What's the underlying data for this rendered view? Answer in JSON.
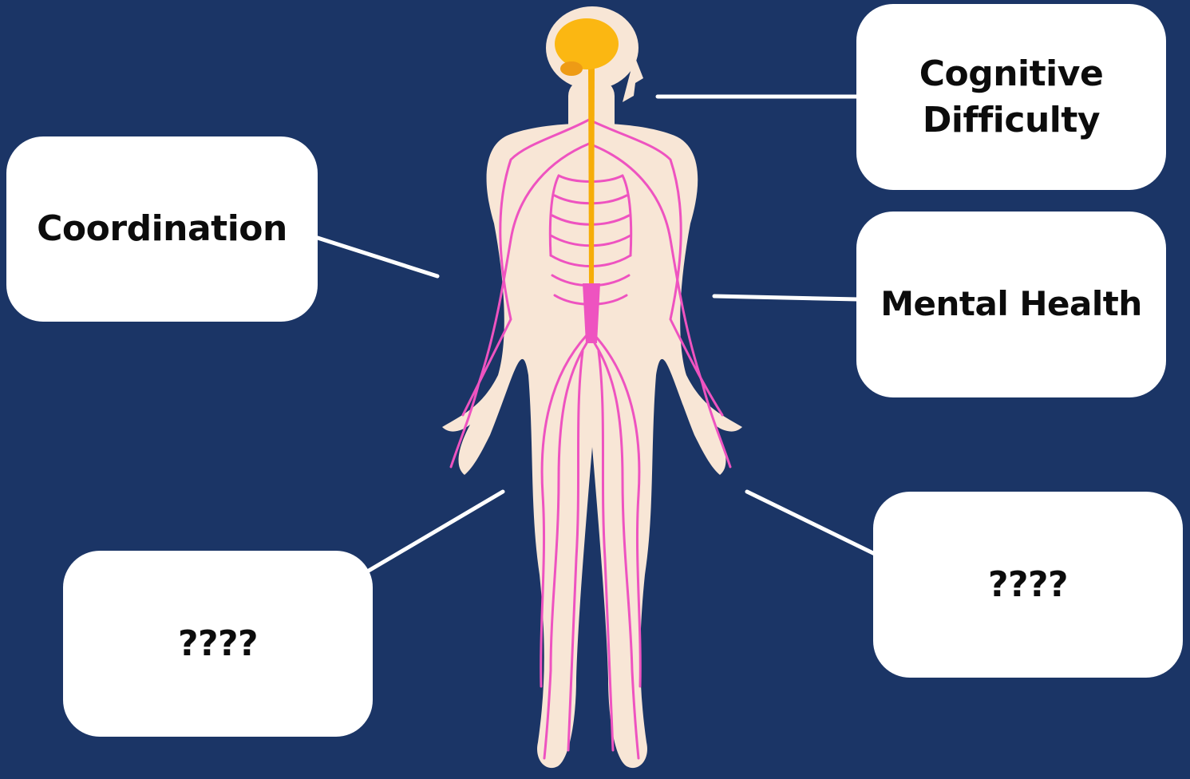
{
  "colors": {
    "background": "#1b3566",
    "callout_fill": "#ffffff",
    "callout_text": "#0c0c0c",
    "connector": "#ffffff",
    "body_skin": "#f8e6d6",
    "nerves": "#ee53c0",
    "spinal_cord": "#f6ad08",
    "brain": "#fbb712"
  },
  "figure": {
    "icon": "human-nervous-system-illustration"
  },
  "callouts": {
    "coordination": "Coordination",
    "cognitive_difficulty": "Cognitive\nDifficulty",
    "mental_health": "Mental Health",
    "unknown_left": "????",
    "unknown_right": "????"
  }
}
